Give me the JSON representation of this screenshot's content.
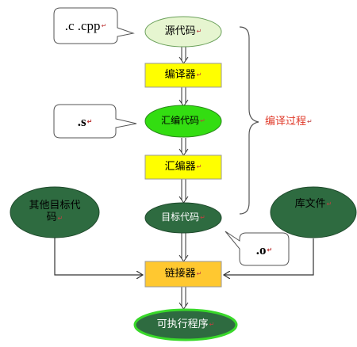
{
  "diagram": {
    "nodes": {
      "source": "源代码",
      "compiler": "编译器",
      "asm_code": "汇编代码",
      "assembler": "汇编器",
      "object": "目标代码",
      "other_object_line1": "其他目标代",
      "other_object_line2": "码",
      "library": "库文件",
      "linker": "链接器",
      "executable": "可执行程序"
    },
    "callouts": {
      "source_ext": ".c .cpp",
      "asm_ext": ".s",
      "object_ext": ".o"
    },
    "brace_label": "编译过程",
    "return_mark": "↵"
  },
  "colors": {
    "light_green": "#e6f5d0",
    "bright_green": "#33dd11",
    "dark_green": "#2e6b40",
    "yellow_box": "#ffff00",
    "orange_box": "#ffc830",
    "brace_label": "#e03a2a"
  }
}
